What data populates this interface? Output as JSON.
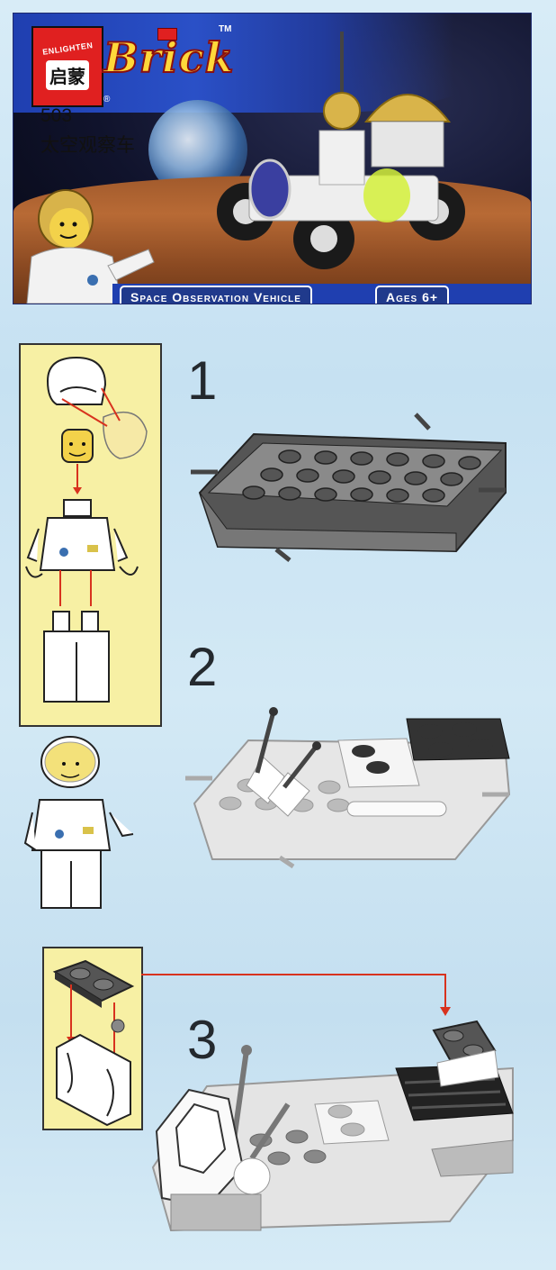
{
  "banner": {
    "logo_en": "ENLIGHTEN",
    "logo_cn": "启蒙",
    "brand": "Brick",
    "trademark": "TM",
    "registered": "®",
    "set_number": "503",
    "set_name_cn": "太空观察车",
    "set_name_en": "Space Observation Vehicle",
    "age_label": "Ages 6+"
  },
  "steps": [
    {
      "number": "1"
    },
    {
      "number": "2"
    },
    {
      "number": "3"
    }
  ],
  "colors": {
    "accent_blue": "#1f3fb0",
    "logo_red": "#e02020",
    "panel_yellow": "#f7f0a4",
    "arrow_red": "#d8321e",
    "brick_dark": "#4a4a4a",
    "brick_white": "#f2f2f2"
  }
}
